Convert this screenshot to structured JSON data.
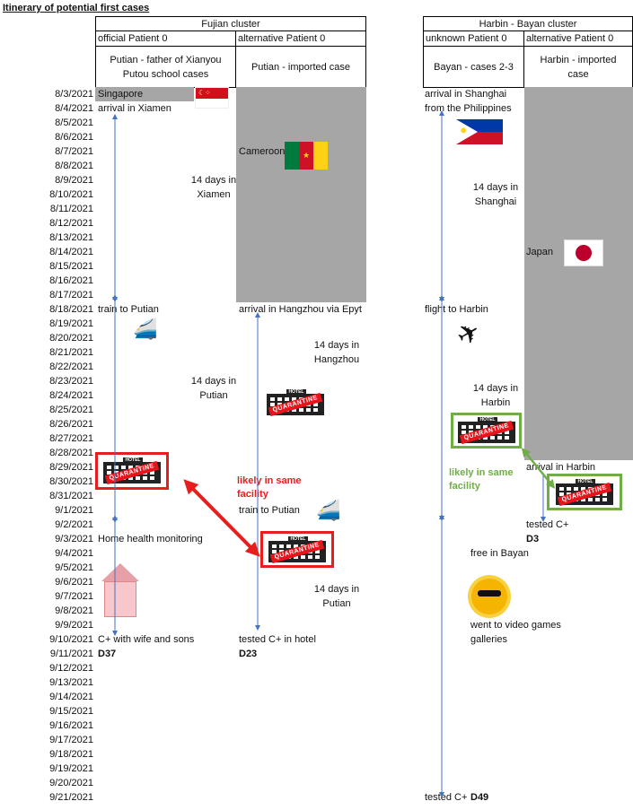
{
  "title": "Itinerary of potential first cases",
  "fujian": {
    "cluster": "Fujian cluster",
    "col1_head": "official Patient 0",
    "col2_head": "alternative Patient 0",
    "col1_desc": "Putian - father of Xianyou Putou school cases",
    "col2_desc": "Putian - imported case"
  },
  "harbin": {
    "cluster": "Harbin - Bayan cluster",
    "col1_head": "unknown Patient 0",
    "col2_head": "alternative Patient 0",
    "col1_desc": "Bayan - cases 2-3",
    "col2_desc": "Harbin - imported case"
  },
  "dates": [
    "8/3/2021",
    "8/4/2021",
    "8/5/2021",
    "8/6/2021",
    "8/7/2021",
    "8/8/2021",
    "8/9/2021",
    "8/10/2021",
    "8/11/2021",
    "8/12/2021",
    "8/13/2021",
    "8/14/2021",
    "8/15/2021",
    "8/16/2021",
    "8/17/2021",
    "8/18/2021",
    "8/19/2021",
    "8/20/2021",
    "8/21/2021",
    "8/22/2021",
    "8/23/2021",
    "8/24/2021",
    "8/25/2021",
    "8/26/2021",
    "8/27/2021",
    "8/28/2021",
    "8/29/2021",
    "8/30/2021",
    "8/31/2021",
    "9/1/2021",
    "9/2/2021",
    "9/3/2021",
    "9/4/2021",
    "9/5/2021",
    "9/6/2021",
    "9/7/2021",
    "9/8/2021",
    "9/9/2021",
    "9/10/2021",
    "9/11/2021",
    "9/12/2021",
    "9/13/2021",
    "9/14/2021",
    "9/15/2021",
    "9/16/2021",
    "9/17/2021",
    "9/18/2021",
    "9/19/2021",
    "9/20/2021",
    "9/21/2021"
  ],
  "official": {
    "singapore": "Singapore",
    "arrival_xiamen": "arrival in Xiamen",
    "days_xiamen": "14 days in Xiamen",
    "train": "train to Putian",
    "days_putian": "14 days in Putian",
    "home": "Home health monitoring",
    "positive": "C+ with wife and sons",
    "day": "D37"
  },
  "alt_fujian": {
    "cameroon": "Cameroon",
    "arrival_hangzhou": "arrival in Hangzhou via Epyt",
    "days_hangzhou": "14 days in Hangzhou",
    "likely": "likely  in same facility",
    "train": "train to Putian",
    "days_putian": "14 days in Putian",
    "tested": "tested C+ in hotel",
    "day": "D23"
  },
  "unknown": {
    "arrival_shanghai": "arrival in Shanghai from the  Philippines",
    "days_shanghai": "14 days in Shanghai",
    "flight": "flight to Harbin",
    "days_harbin": "14 days in Harbin",
    "likely": "likely  in same facility",
    "free": "free in Bayan",
    "games": "went to video games galleries",
    "tested": "tested C+",
    "day": "D49"
  },
  "alt_harbin": {
    "japan": "Japan",
    "arrival_harbin": "arrival in Harbin",
    "tested": "tested C+",
    "day": "D3"
  },
  "hotel": {
    "sign": "HOTEL",
    "band": "QUARANTINE"
  },
  "colors": {
    "gray": "#a6a6a6",
    "red": "#e61e1e",
    "green": "#70ad47",
    "arrow": "#4472c4"
  }
}
